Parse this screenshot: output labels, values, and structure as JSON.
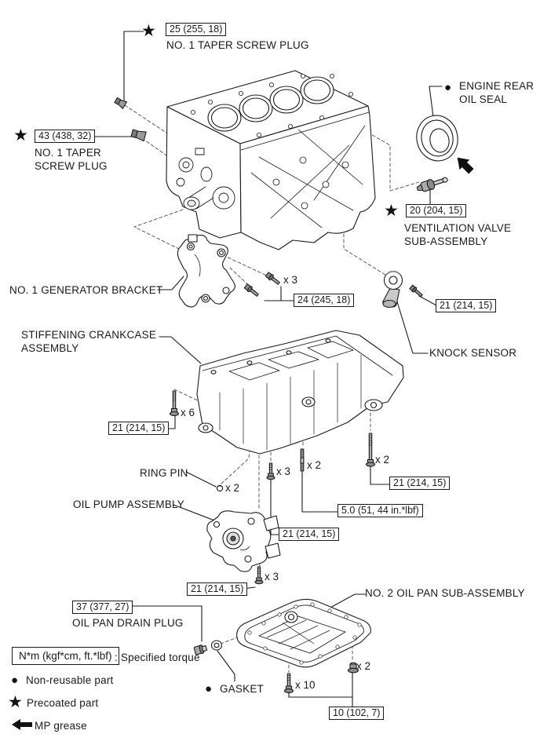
{
  "callouts": {
    "taper_plug_top": {
      "torque": "25 (255, 18)",
      "label": "NO. 1 TAPER SCREW PLUG"
    },
    "taper_plug_left": {
      "torque": "43 (438, 32)",
      "label1": "NO. 1 TAPER",
      "label2": "SCREW PLUG"
    },
    "engine_rear_oil_seal": {
      "label1": "ENGINE REAR",
      "label2": "OIL SEAL"
    },
    "ventilation_valve": {
      "torque": "20 (204, 15)",
      "label1": "VENTILATION VALVE",
      "label2": "SUB-ASSEMBLY"
    },
    "generator_bracket": {
      "label": "NO. 1 GENERATOR BRACKET",
      "bolt_count": "x 3",
      "bolt_torque": "24 (245, 18)"
    },
    "knock_sensor": {
      "label": "KNOCK SENSOR",
      "bolt_torque": "21 (214, 15)"
    },
    "stiffening_crankcase": {
      "label1": "STIFFENING CRANKCASE",
      "label2": "ASSEMBLY"
    },
    "crankcase_bolts_x6": {
      "count": "x 6",
      "torque": "21 (214, 15)"
    },
    "ring_pin": {
      "label": "RING PIN",
      "count": "x 2"
    },
    "oil_pump": {
      "label": "OIL PUMP ASSEMBLY"
    },
    "crankcase_bolts_x3": {
      "count": "x 3",
      "torque": "21 (214, 15)"
    },
    "crankcase_studs_x2": {
      "count": "x 2",
      "torque": "5.0 (51, 44 in.*lbf)"
    },
    "crankcase_bolts_x2": {
      "count": "x 2",
      "torque": "21 (214, 15)"
    },
    "oil_pump_bolts_x3": {
      "count": "x 3",
      "torque": "21 (214, 15)"
    },
    "oil_pan_drain_plug": {
      "torque": "37 (377, 27)",
      "label": "OIL PAN DRAIN PLUG"
    },
    "oil_pan": {
      "label": "NO. 2 OIL PAN SUB-ASSEMBLY",
      "bolt_count": "x 10",
      "nut_count": "x 2",
      "torque": "10 (102, 7)"
    },
    "gasket": {
      "label": "GASKET"
    }
  },
  "legend": {
    "torque_unit": "N*m (kgf*cm, ft.*lbf)",
    "torque_desc": ": Specified torque",
    "non_reusable": "Non-reusable part",
    "precoated": "Precoated part",
    "mp_grease": "MP grease"
  },
  "icons": {
    "star": "★",
    "dot": "●"
  },
  "colors": {
    "line": "#1a1a1a",
    "metal_gray": "#9a9a9a",
    "light_gray": "#cccccc"
  }
}
